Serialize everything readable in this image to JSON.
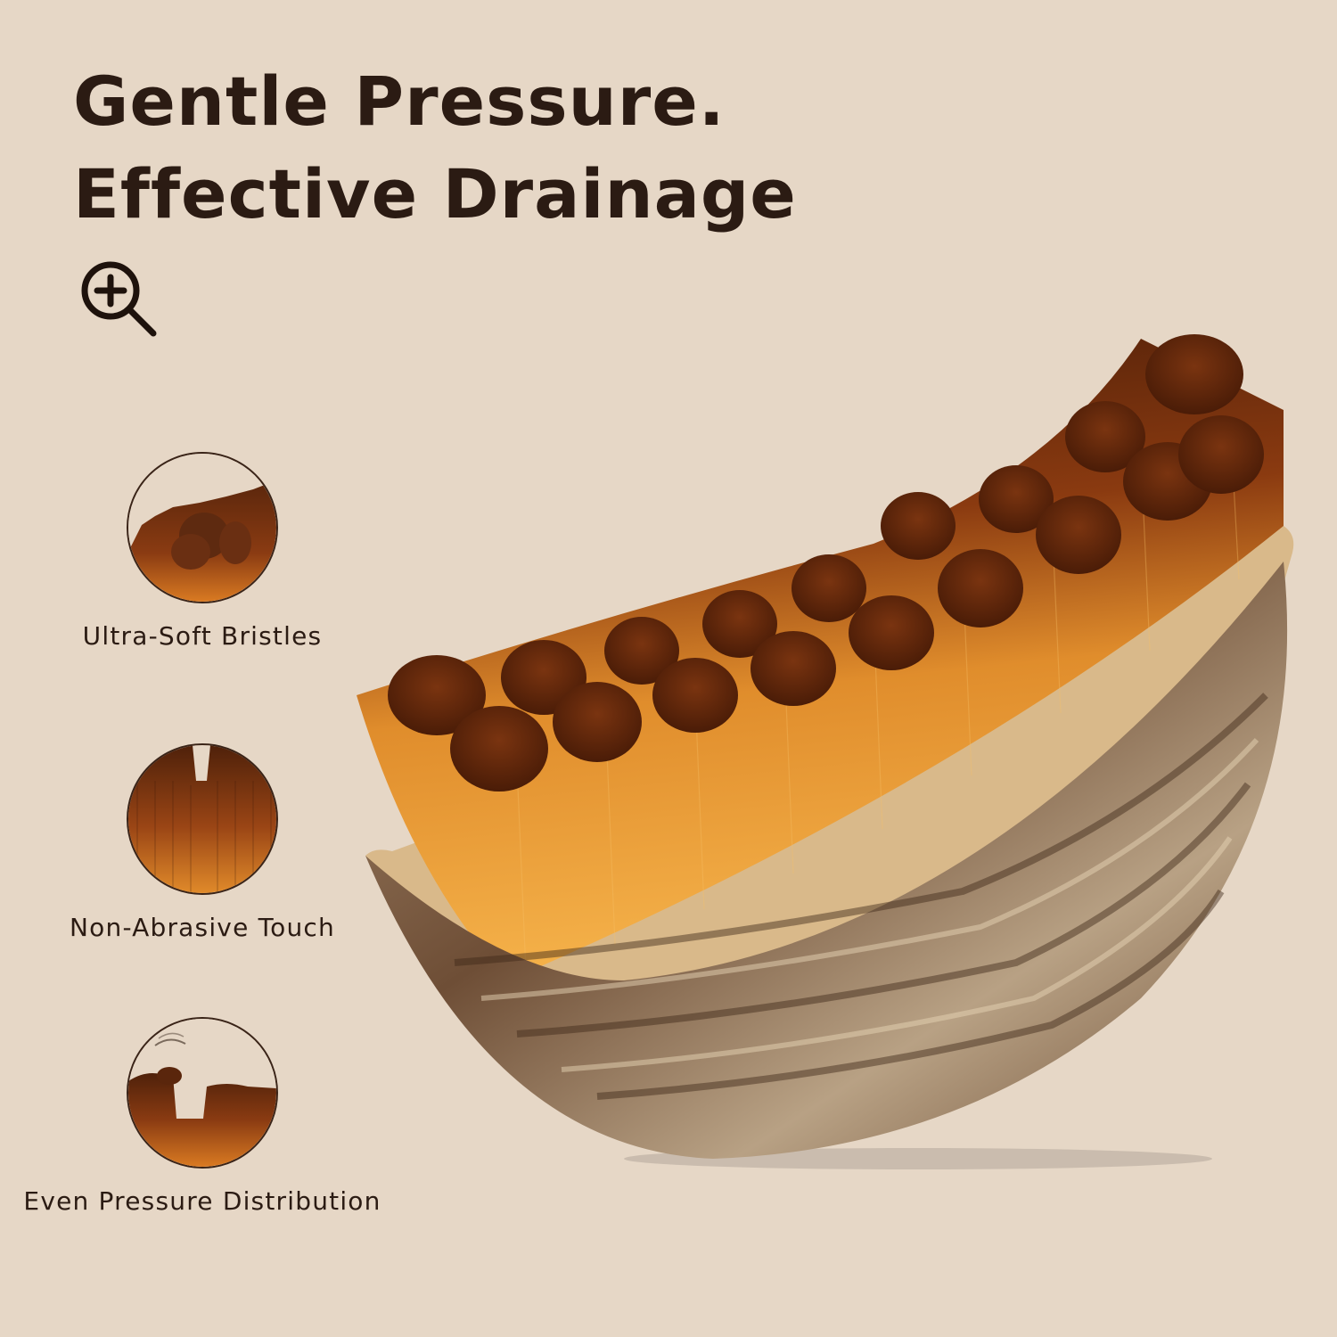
{
  "headline": {
    "line1": "Gentle Pressure.",
    "line2": "Effective Drainage"
  },
  "zoom": {
    "icon": "zoom-in-icon"
  },
  "features": [
    {
      "label": "Ultra-Soft Bristles",
      "icon": "bristle-closeup-icon"
    },
    {
      "label": "Non-Abrasive Touch",
      "icon": "bristle-split-icon"
    },
    {
      "label": "Even Pressure Distribution",
      "icon": "pressure-tufts-icon"
    }
  ],
  "colors": {
    "background": "#e6d7c6",
    "text": "#2b1b13",
    "bristle_tip": "#5a260c",
    "bristle_base": "#f2a53a",
    "handle": "#8a6a4e"
  }
}
